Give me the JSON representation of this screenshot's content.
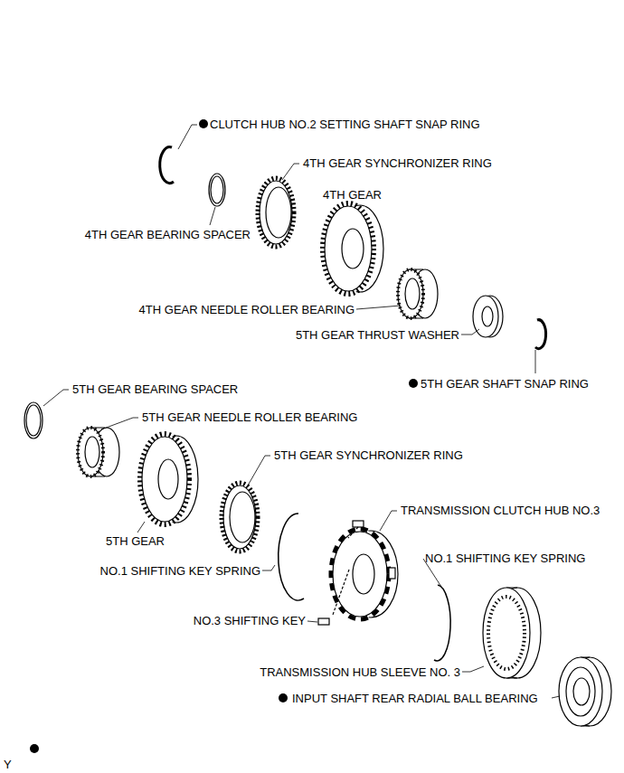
{
  "diagram": {
    "labels": [
      "CLUTCH HUB NO.2 SETTING SHAFT SNAP RING",
      "4TH GEAR SYNCHRONIZER RING",
      "4TH GEAR",
      "4TH GEAR BEARING SPACER",
      "4TH GEAR NEEDLE ROLLER BEARING",
      "5TH GEAR THRUST WASHER",
      "5TH GEAR SHAFT SNAP RING",
      "5TH GEAR BEARING SPACER",
      "5TH GEAR NEEDLE ROLLER BEARING",
      "5TH GEAR SYNCHRONIZER RING",
      "TRANSMISSION CLUTCH HUB NO.3",
      "5TH GEAR",
      "NO.1 SHIFTING KEY SPRING",
      "NO.1 SHIFTING KEY SPRING",
      "NO.3 SHIFTING KEY",
      "TRANSMISSION HUB SLEEVE NO. 3",
      "INPUT SHAFT REAR RADIAL BALL BEARING",
      "Y"
    ]
  }
}
